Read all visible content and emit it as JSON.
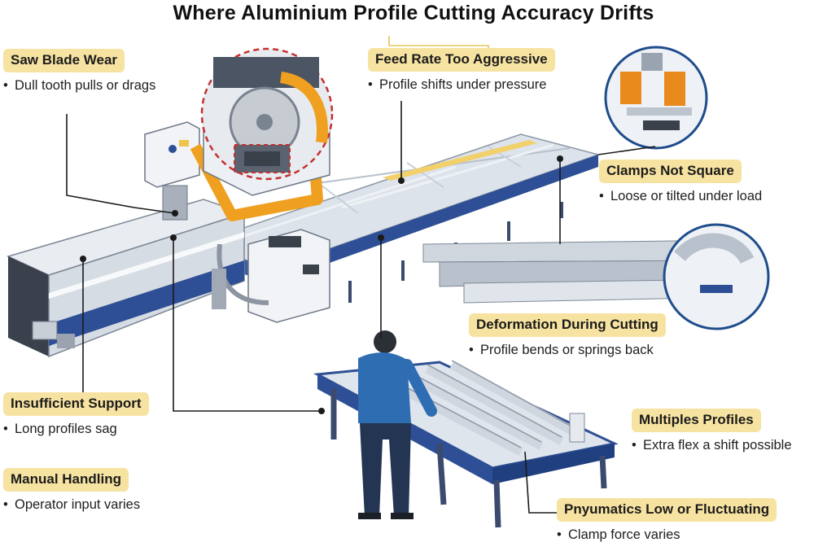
{
  "title": "Where Aluminium Profile Cutting Accuracy Drifts",
  "callouts": {
    "saw_blade_wear": {
      "label": "Saw Blade Wear",
      "detail": "Dull tooth pulls or drags"
    },
    "feed_rate": {
      "label": "Feed Rate Too Aggressive",
      "detail": "Profile shifts under pressure"
    },
    "clamps": {
      "label": "Clamps Not Square",
      "detail": "Loose or tilted under load"
    },
    "deformation": {
      "label": "Deformation During Cutting",
      "detail": "Profile bends or springs back"
    },
    "insufficient_support": {
      "label": "Insufficient Support",
      "detail": "Long profiles sag"
    },
    "multiples": {
      "label": "Multiples Profiles",
      "detail": "Extra flex a shift possible"
    },
    "manual_handling": {
      "label": "Manual Handling",
      "detail": "Operator input varies"
    },
    "pneumatics": {
      "label": "Pnyumatics Low or Fluctuating",
      "detail": "Clamp force varies"
    }
  },
  "colors": {
    "label_bg": "#f7e3a1",
    "machine_blue": "#2e4f95",
    "guard_orange": "#f0a020",
    "inset_ring": "#1f4d8c",
    "blade_ring": "#c53030"
  },
  "icons": [
    "saw-blade-icon",
    "operator-figure",
    "clamp-icon"
  ]
}
